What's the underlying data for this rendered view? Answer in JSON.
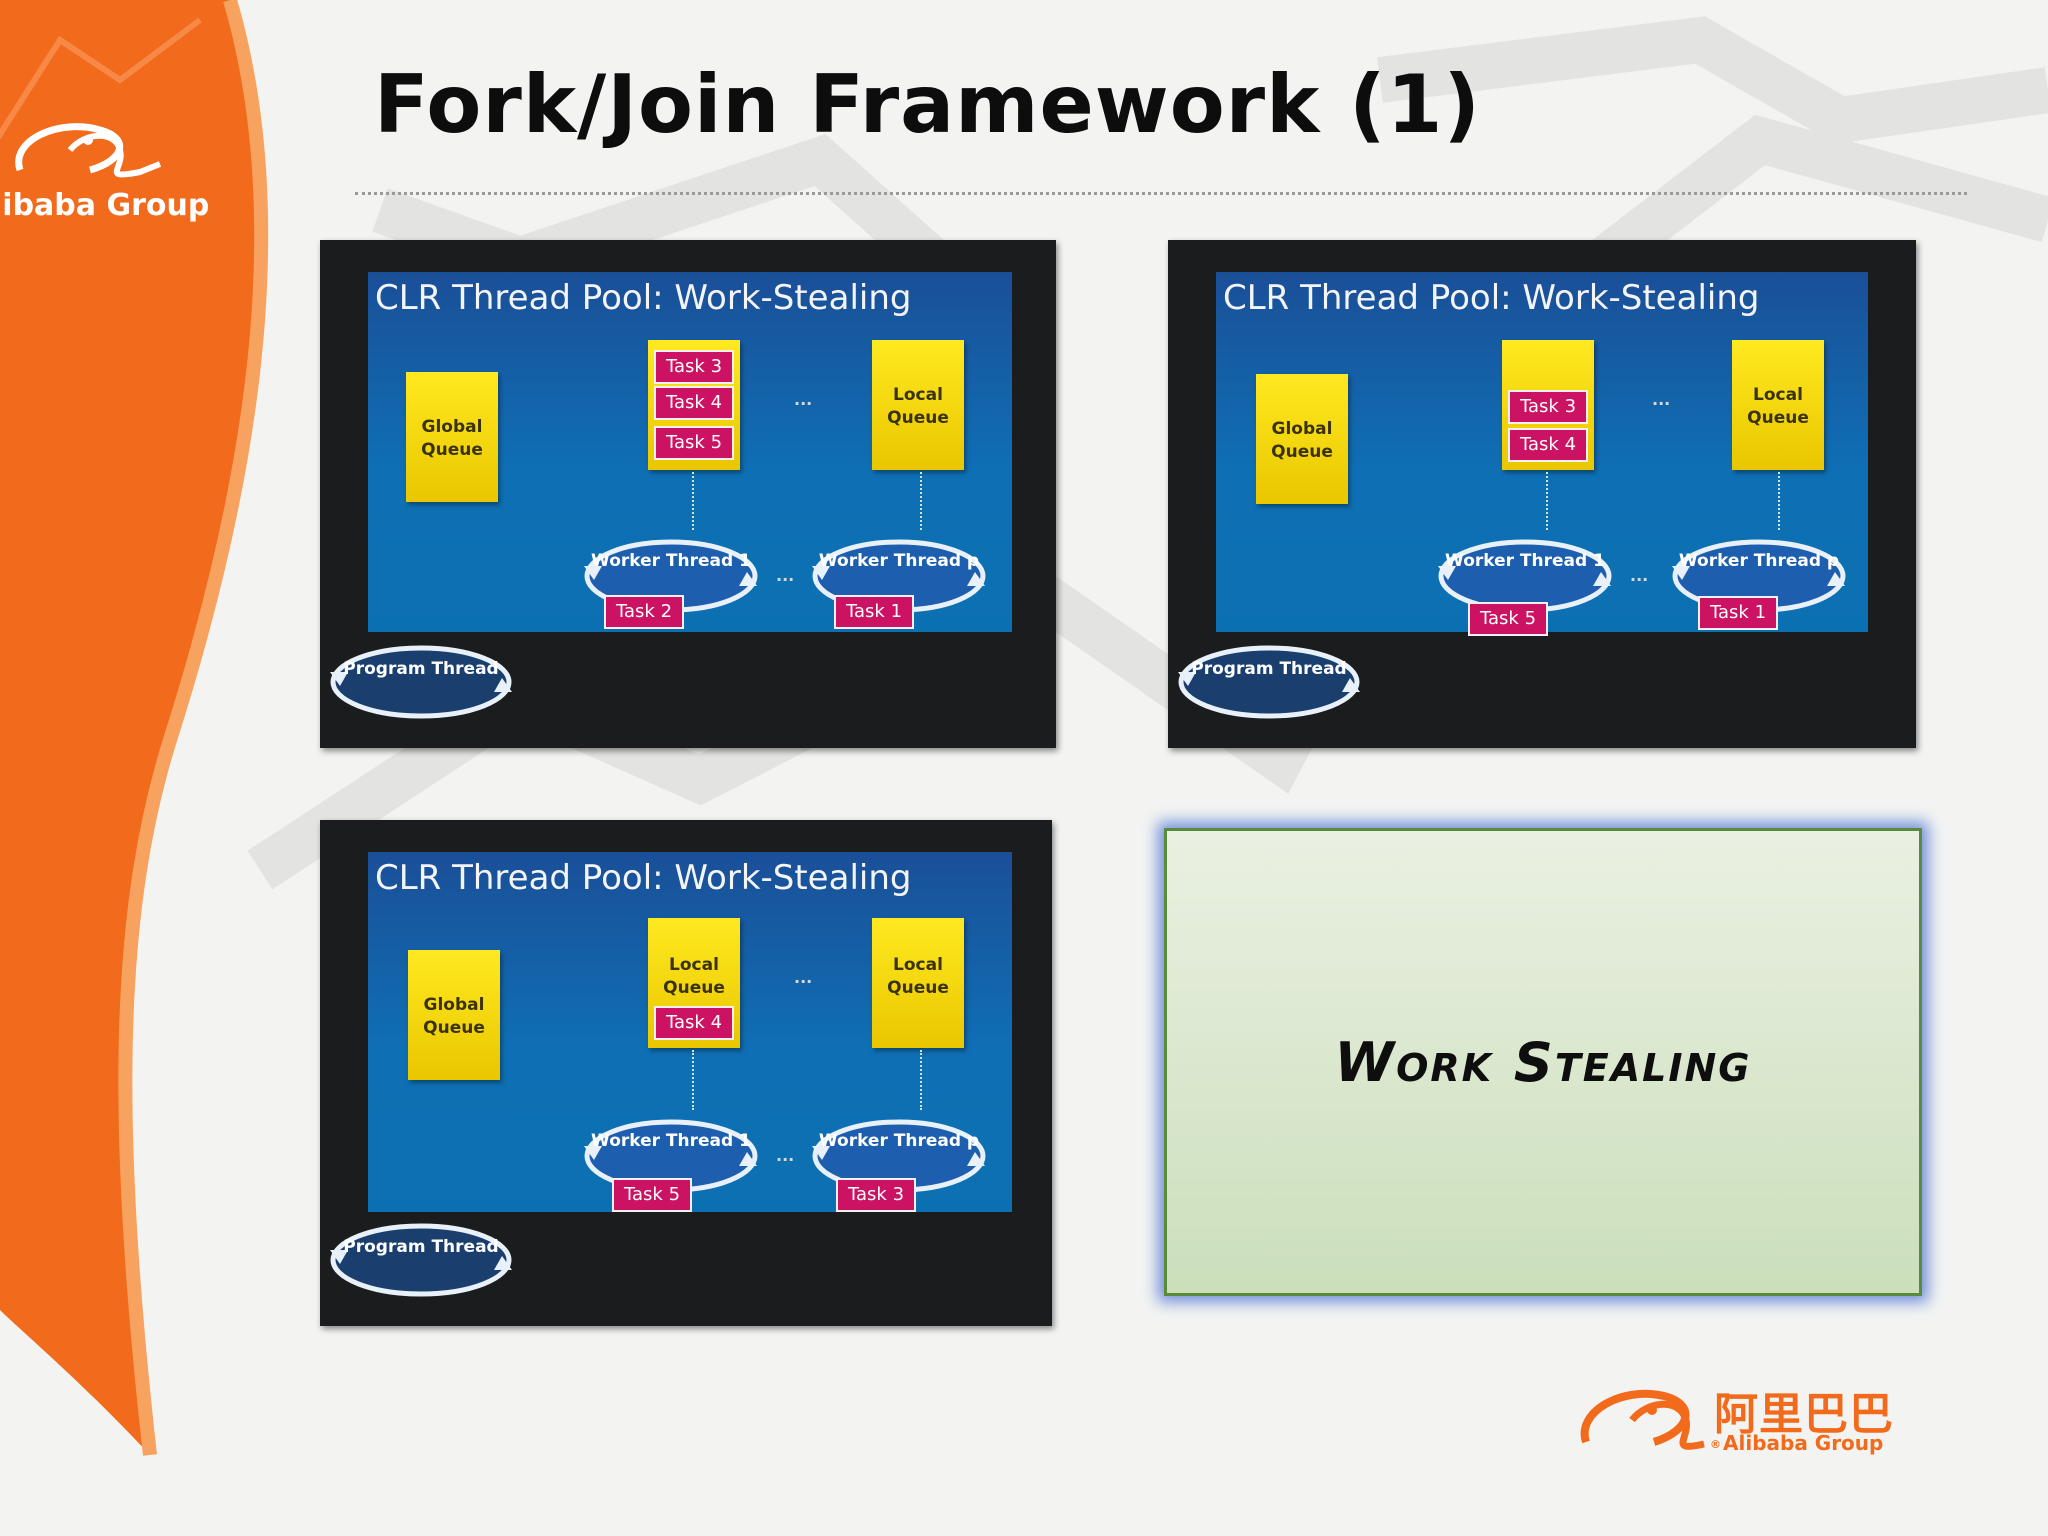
{
  "slide": {
    "title": "Fork/Join Framework (1)",
    "brand_text": "libaba Group",
    "footer_logo_cn": "阿里巴巴",
    "footer_logo_en": "Alibaba Group",
    "footer_logo_reg": "®",
    "colors": {
      "orange": "#f26a1b",
      "stage_blue": "#0f6fb4",
      "queue_yellow": "#ffe920",
      "task_magenta": "#cc1262"
    }
  },
  "panels": [
    {
      "title": "CLR Thread Pool: Work-Stealing",
      "global_queue": "Global Queue",
      "local_queue_1": "",
      "local_queue_2": "Local Queue",
      "ellipsis_top": "...",
      "ellipsis_mid": "...",
      "queue_tasks": [
        "Task 3",
        "Task 4",
        "Task 5"
      ],
      "worker_1": "Worker Thread 1",
      "worker_2": "Worker Thread p",
      "worker_1_task": "Task 2",
      "worker_2_task": "Task 1",
      "program_thread": "Program Thread"
    },
    {
      "title": "CLR Thread Pool: Work-Stealing",
      "global_queue": "Global Queue",
      "local_queue_1": "",
      "local_queue_2": "Local Queue",
      "ellipsis_top": "...",
      "ellipsis_mid": "...",
      "queue_tasks": [
        "Task 3",
        "Task 4"
      ],
      "worker_1": "Worker Thread 1",
      "worker_2": "Worker Thread p",
      "worker_1_task": "Task 5",
      "worker_2_task": "Task 1",
      "program_thread": "Program Thread"
    },
    {
      "title": "CLR Thread Pool: Work-Stealing",
      "global_queue": "Global Queue",
      "local_queue_1": "Local Queue",
      "local_queue_2": "Local Queue",
      "ellipsis_top": "...",
      "ellipsis_mid": "...",
      "queue_tasks": [
        "Task 4"
      ],
      "worker_1": "Worker Thread 1",
      "worker_2": "Worker Thread p",
      "worker_1_task": "Task 5",
      "worker_2_task": "Task 3",
      "program_thread": "Program Thread"
    }
  ],
  "callout": {
    "text": "Work Stealing"
  }
}
